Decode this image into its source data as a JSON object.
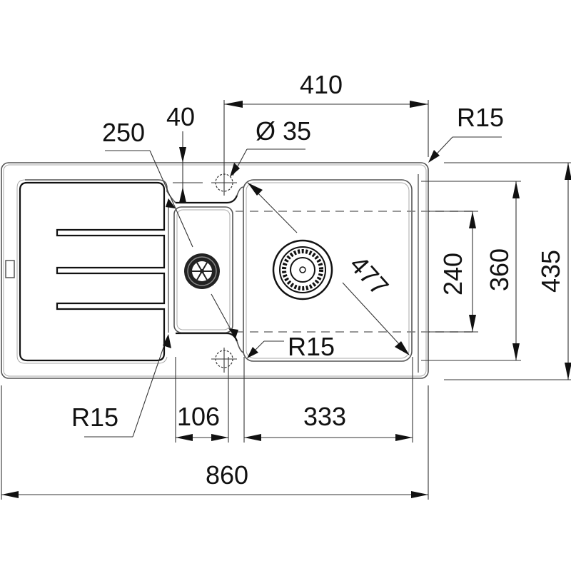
{
  "drawing": {
    "title": "Kitchen sink dimensional drawing",
    "units": "mm",
    "colors": {
      "line": "#333333",
      "text": "#111111",
      "background": "#ffffff"
    },
    "dimensions": {
      "overall_width": "860",
      "overall_depth": "435",
      "main_bowl_depth": "360",
      "main_bowl_inner": "240",
      "main_bowl_width": "333",
      "main_bowl_distance": "410",
      "small_bowl_width": "106",
      "small_bowl_offset": "40",
      "drainboard_drain_diagonal": "250",
      "main_bowl_diagonal": "477",
      "tap_hole_diameter": "Ø 35",
      "corner_radius_outer": "R15",
      "corner_radius_bowl": "R15",
      "corner_radius_drainer": "R15"
    },
    "components": [
      {
        "name": "drainboard",
        "grooves": 3
      },
      {
        "name": "small-bowl",
        "waste": "strainer"
      },
      {
        "name": "main-bowl",
        "waste": "basket-strainer"
      },
      {
        "name": "tap-hole",
        "count": 2
      }
    ]
  }
}
